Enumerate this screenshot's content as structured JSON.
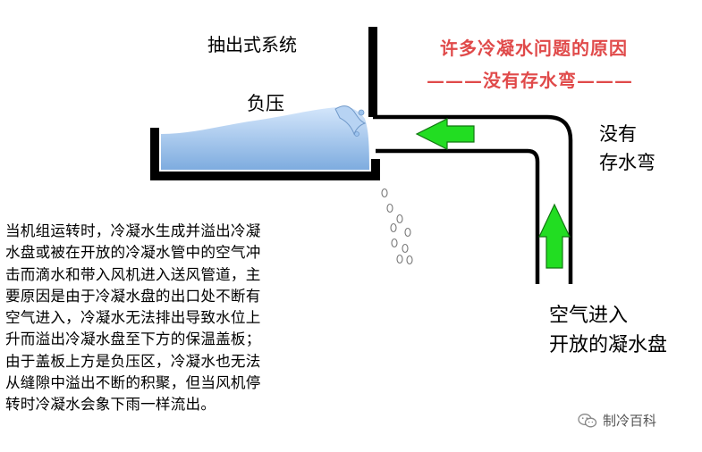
{
  "labels": {
    "system": "抽出式系统",
    "negative_pressure": "负压",
    "title_line1": "许多冷凝水问题的原因",
    "title_line2": "———没有存水弯———",
    "no_trap_line1": "没有",
    "no_trap_line2": "存水弯",
    "air_line1": "空气进入",
    "air_line2": "开放的凝水盘"
  },
  "description": {
    "lines": [
      "当机组运转时，冷凝水生成并溢出冷凝",
      "水盘或被在开放的冷凝水管中的空气冲",
      "击而滴水和带入风机进入送风管道，主",
      "要原因是由于冷凝水盘的出口处不断有",
      "空气进入，冷凝水无法排出导致水位上",
      "升而溢出冷凝水盘至下方的保温盖板；",
      "由于盖板上方是负压区，冷凝水也无法",
      "从缝隙中溢出不断的积聚，但当风机停",
      "转时冷凝水会象下雨一样流出。"
    ]
  },
  "watermark": {
    "text": "制冷百科",
    "icon": "wechat-icon"
  },
  "colors": {
    "title": "#e04a4a",
    "arrow": "#22dd22",
    "water": "#9cc3ee",
    "pipe": "#000000"
  }
}
